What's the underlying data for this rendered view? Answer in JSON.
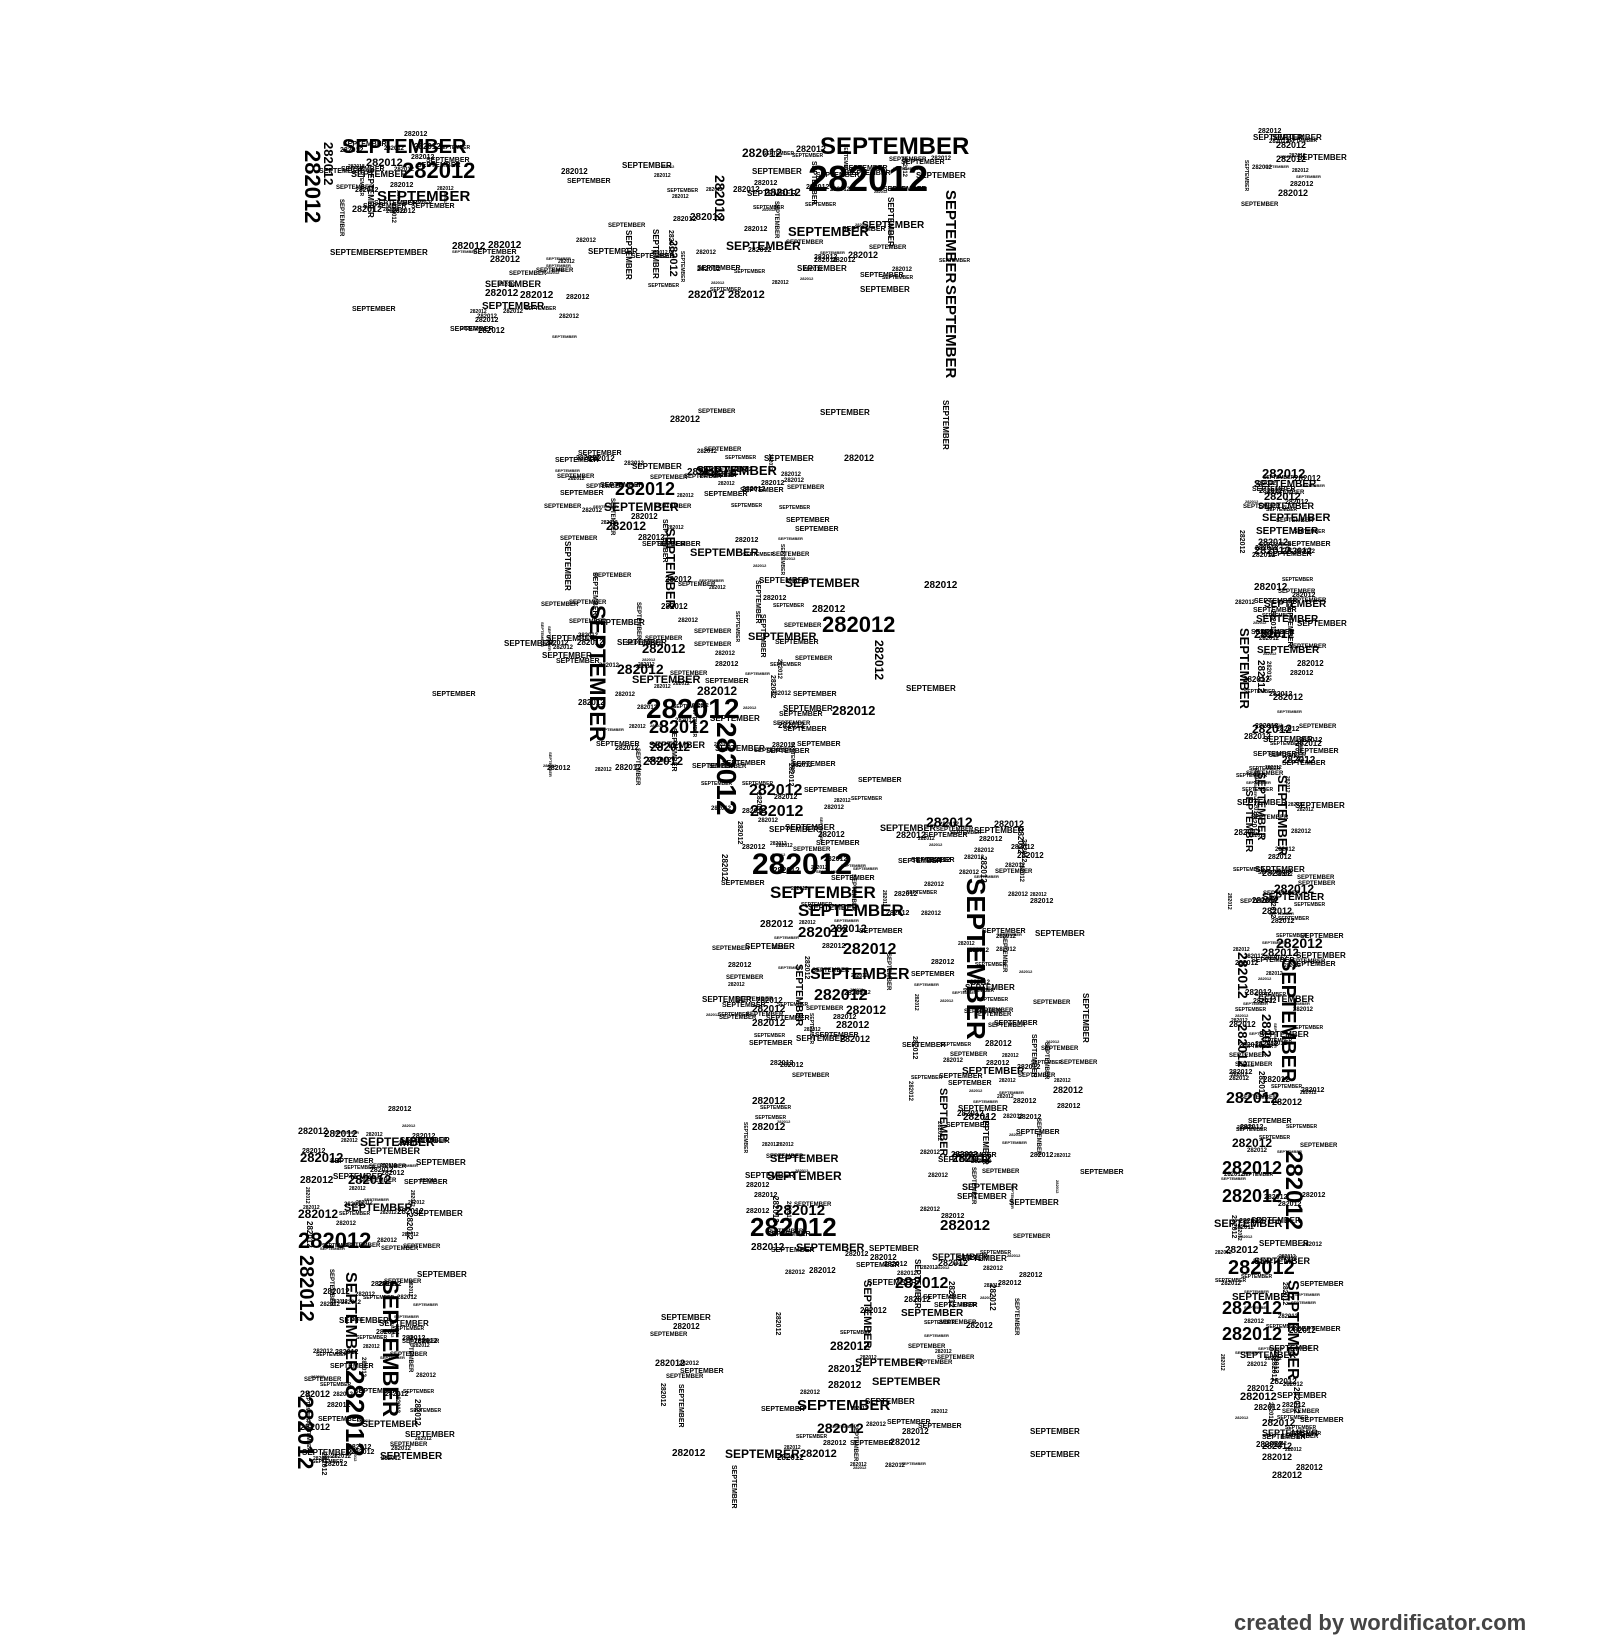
{
  "artwork": {
    "words": [
      "SEPTEMBER",
      "282012"
    ],
    "ink_color": "#000000",
    "background_color": "#ffffff"
  },
  "footer": {
    "credit": "created by wordificator.com"
  }
}
